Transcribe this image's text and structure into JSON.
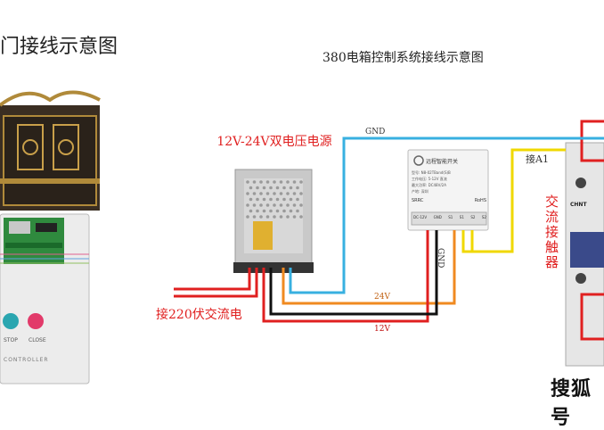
{
  "titles": {
    "left": "门接线示意图",
    "center": "380电箱控制系统接线示意图"
  },
  "psu": {
    "title": "12V-24V双电压电源"
  },
  "labels": {
    "gnd_top": "GND",
    "gnd_vertical": "GND",
    "v24": "24V",
    "v12": "12V",
    "a1": "接A1",
    "ac_input": "接220伏交流电",
    "contactor": "交流接触器"
  },
  "controller": {
    "buttons": [
      "STOP",
      "CLOSE"
    ],
    "brand": "CONTROLLER"
  },
  "switch_module": {
    "title": "远程智能开关",
    "spec_lines": [
      "型号: N8-02TBand(S)B",
      "工作电压: 5-12V 直流",
      "最大功率: DC48V/2A",
      "产地: 深圳"
    ],
    "terminals": [
      "DC-12V",
      "GND",
      "S1",
      "S1",
      "S2",
      "S2"
    ],
    "marks": [
      "SRRC",
      "RoHS"
    ]
  },
  "contactor_brand": "CHNT",
  "watermark": "搜狐号",
  "colors": {
    "wire_red": "#e02020",
    "wire_blue": "#38b0e0",
    "wire_yellow": "#f0d800",
    "wire_orange": "#f08a20",
    "wire_black": "#111111"
  }
}
